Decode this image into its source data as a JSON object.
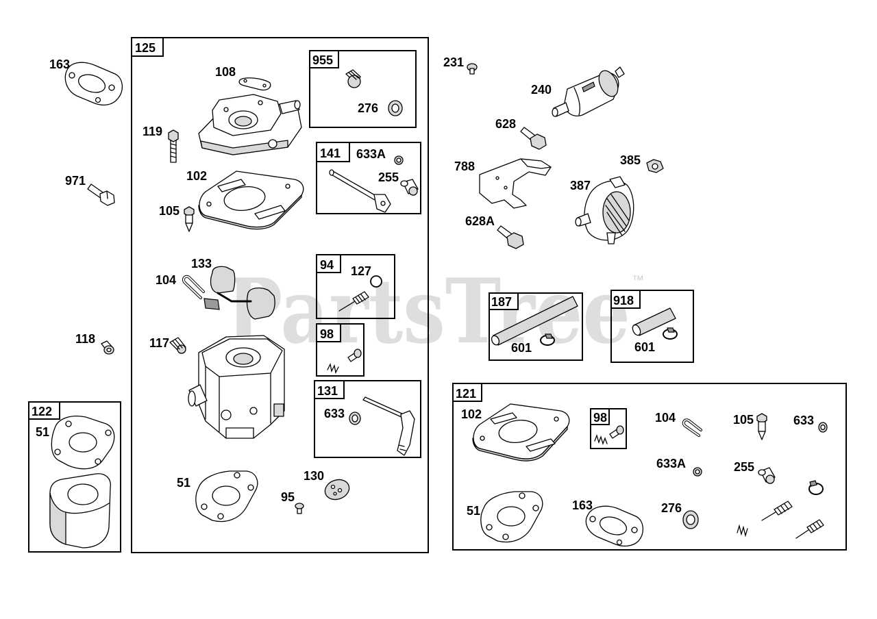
{
  "watermark": {
    "text": "PartsTree",
    "trademark": "™"
  },
  "loose_left": {
    "gasket": "163",
    "bolt": "971",
    "fitting": "118"
  },
  "kit_122": {
    "box": "122",
    "gasket": "51"
  },
  "assembly_125": {
    "box": "125",
    "gasket_108": "108",
    "screw": "119",
    "plate": "102",
    "needle": "105",
    "float": "133",
    "pin": "104",
    "fitting": "117",
    "gasket_51": "51",
    "disk": "130",
    "screw_95": "95"
  },
  "kit_955": {
    "box": "955",
    "washer": "276"
  },
  "kit_141": {
    "box": "141",
    "oring": "633A",
    "sleeve": "255"
  },
  "kit_94": {
    "box": "94",
    "oring": "127"
  },
  "kit_98": {
    "box": "98"
  },
  "kit_131": {
    "box": "131",
    "ring": "633"
  },
  "loose_right": {
    "screw": "231",
    "filter": "240",
    "bolt": "628",
    "bracket": "788",
    "nut": "385",
    "pump": "387",
    "bolt_a": "628A"
  },
  "kit_187": {
    "box": "187",
    "clamp": "601"
  },
  "kit_918": {
    "box": "918",
    "clamp": "601"
  },
  "kit_121": {
    "box": "121",
    "plate": "102",
    "sub_box": "98",
    "pin": "104",
    "needle": "105",
    "ring": "633",
    "oring": "633A",
    "sleeve": "255",
    "gasket_51": "51",
    "gasket_163": "163",
    "washer": "276"
  }
}
